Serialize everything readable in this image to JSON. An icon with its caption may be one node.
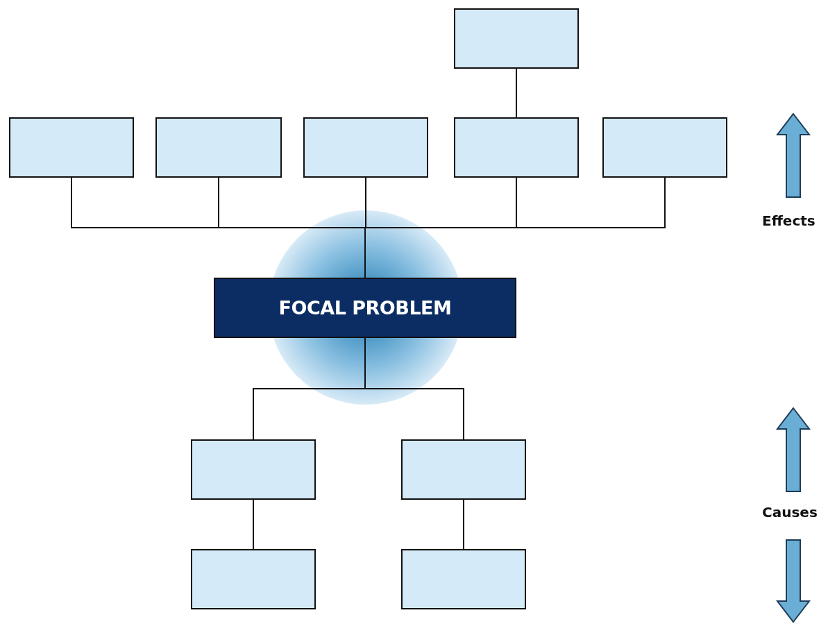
{
  "diagram": {
    "nodes": [
      {
        "text": [],
        "shape": "box"
      },
      {
        "text": [],
        "shape": "box"
      },
      {
        "text": [],
        "shape": "box"
      },
      {
        "text": [],
        "shape": "box"
      },
      {
        "text": [],
        "shape": "box"
      },
      {
        "text": [],
        "shape": "box"
      },
      {
        "text": [
          "FOCAL PROBLEM"
        ]
      },
      {
        "text": [],
        "shape": "box"
      },
      {
        "text": [],
        "shape": "box"
      },
      {
        "text": [],
        "shape": "box"
      },
      {
        "text": [],
        "shape": "box"
      }
    ],
    "edges": [
      {
        "from": 0,
        "to": 4,
        "arrow": "none"
      },
      {
        "from": 1,
        "to": 6,
        "arrow": "none"
      },
      {
        "from": 2,
        "to": 6,
        "arrow": "none"
      },
      {
        "from": 3,
        "to": 6,
        "arrow": "none"
      },
      {
        "from": 4,
        "to": 6,
        "arrow": "none"
      },
      {
        "from": 5,
        "to": 6,
        "arrow": "none"
      },
      {
        "from": 6,
        "to": 7,
        "arrow": "none"
      },
      {
        "from": 6,
        "to": 8,
        "arrow": "none"
      },
      {
        "from": 7,
        "to": 9,
        "arrow": "none"
      },
      {
        "from": 8,
        "to": 10,
        "arrow": "none"
      }
    ],
    "labels": [
      "Effects",
      "Causes"
    ]
  }
}
